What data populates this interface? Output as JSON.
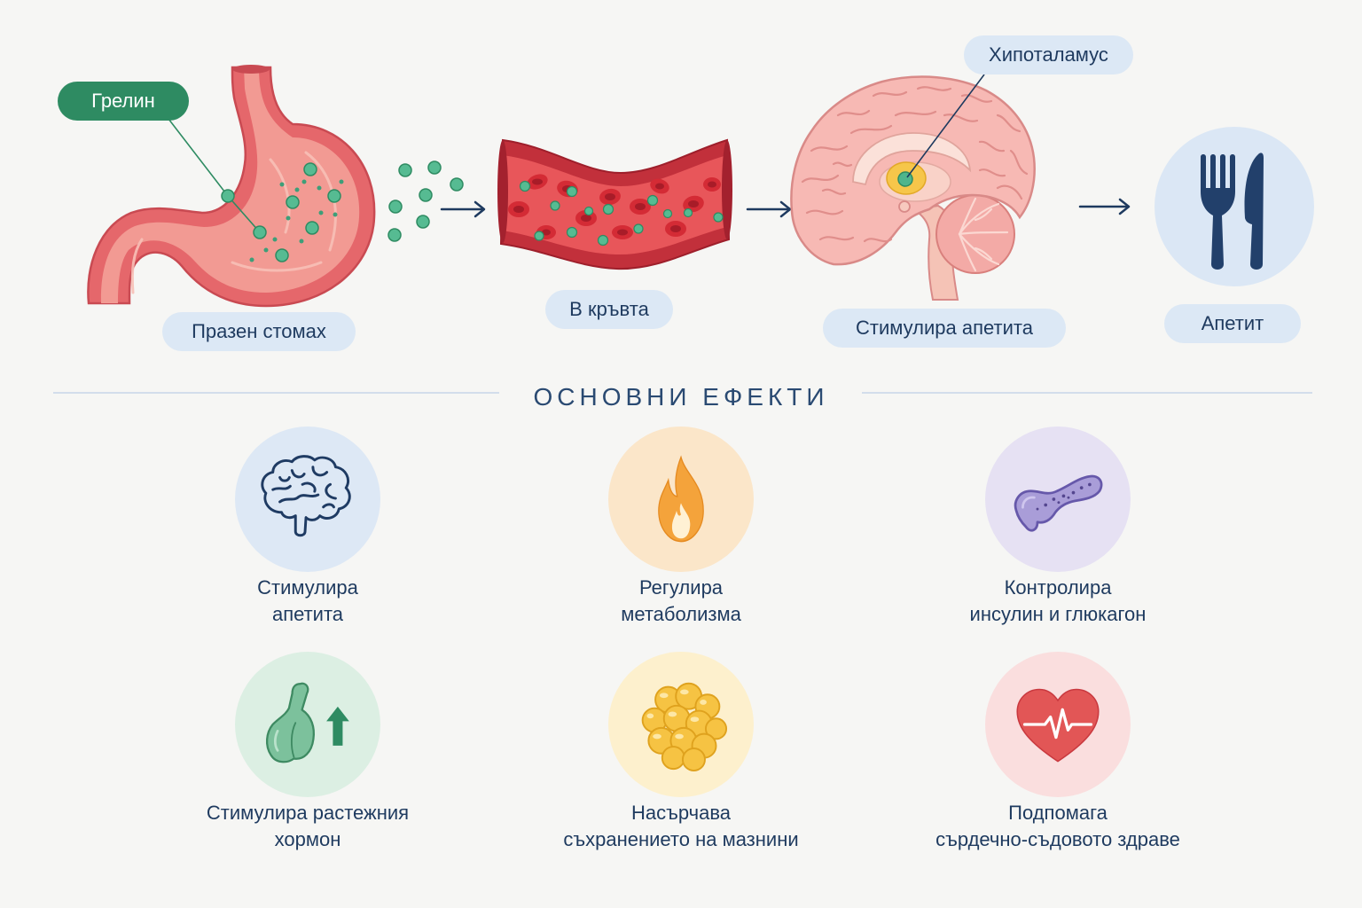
{
  "flow": {
    "ghrelin_label": "Грелин",
    "stomach_label": "Празен стомах",
    "blood_label": "В кръвта",
    "hypothalamus_label": "Хипоталамус",
    "brain_label": "Стимулира апетита",
    "appetite_label": "Апетит"
  },
  "section_title": "ОСНОВНИ ЕФЕКТИ",
  "effects": [
    {
      "line1": "Стимулира",
      "line2": "апетита",
      "icon": "brain-icon",
      "bg": "#dde8f5"
    },
    {
      "line1": "Регулира",
      "line2": "метаболизма",
      "icon": "flame-icon",
      "bg": "#fbe6c9"
    },
    {
      "line1": "Контролира",
      "line2": "инсулин и глюкагон",
      "icon": "pancreas-icon",
      "bg": "#e6e1f3"
    },
    {
      "line1": "Стимулира растежния",
      "line2": "хормон",
      "icon": "pituitary-growth-arrow-icon",
      "bg": "#dcefe3"
    },
    {
      "line1": "Насърчава",
      "line2": "съхранението на мазнини",
      "icon": "fat-cells-icon",
      "bg": "#fdf0cd"
    },
    {
      "line1": "Подпомага",
      "line2": "сърдечно-съдовото здраве",
      "icon": "heart-pulse-icon",
      "bg": "#fadede"
    }
  ],
  "colors": {
    "accent_green": "#2e8b62",
    "text_navy": "#1e3a5f",
    "pill_blue": "#dce8f5",
    "background": "#f6f6f4"
  }
}
